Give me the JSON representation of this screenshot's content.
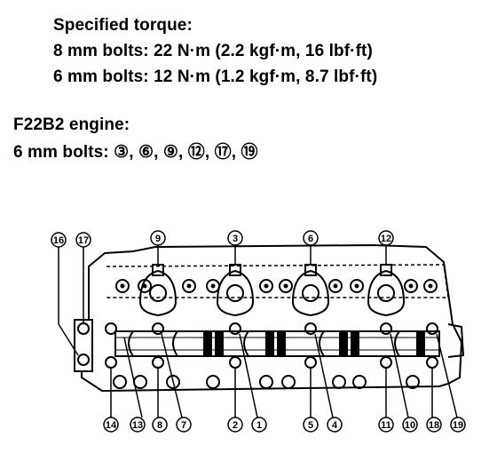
{
  "torque": {
    "heading": "Specified torque:",
    "bolts_8mm": "8 mm bolts: 22 N·m (2.2 kgf·m, 16 lbf·ft)",
    "bolts_6mm": "6 mm bolts: 12 N·m (1.2 kgf·m, 8.7 lbf·ft)"
  },
  "engine": {
    "heading": "F22B2 engine:",
    "bolts_6mm": "6 mm bolts: ③, ⑥, ⑨, ⑫, ⑰, ⑲"
  },
  "diagram": {
    "callouts": {
      "c1": "1",
      "c2": "2",
      "c3": "3",
      "c4": "4",
      "c5": "5",
      "c6": "6",
      "c7": "7",
      "c8": "8",
      "c9": "9",
      "c10": "10",
      "c11": "11",
      "c12": "12",
      "c13": "13",
      "c14": "14",
      "c16": "16",
      "c17": "17",
      "c18": "18",
      "c19": "19"
    }
  }
}
